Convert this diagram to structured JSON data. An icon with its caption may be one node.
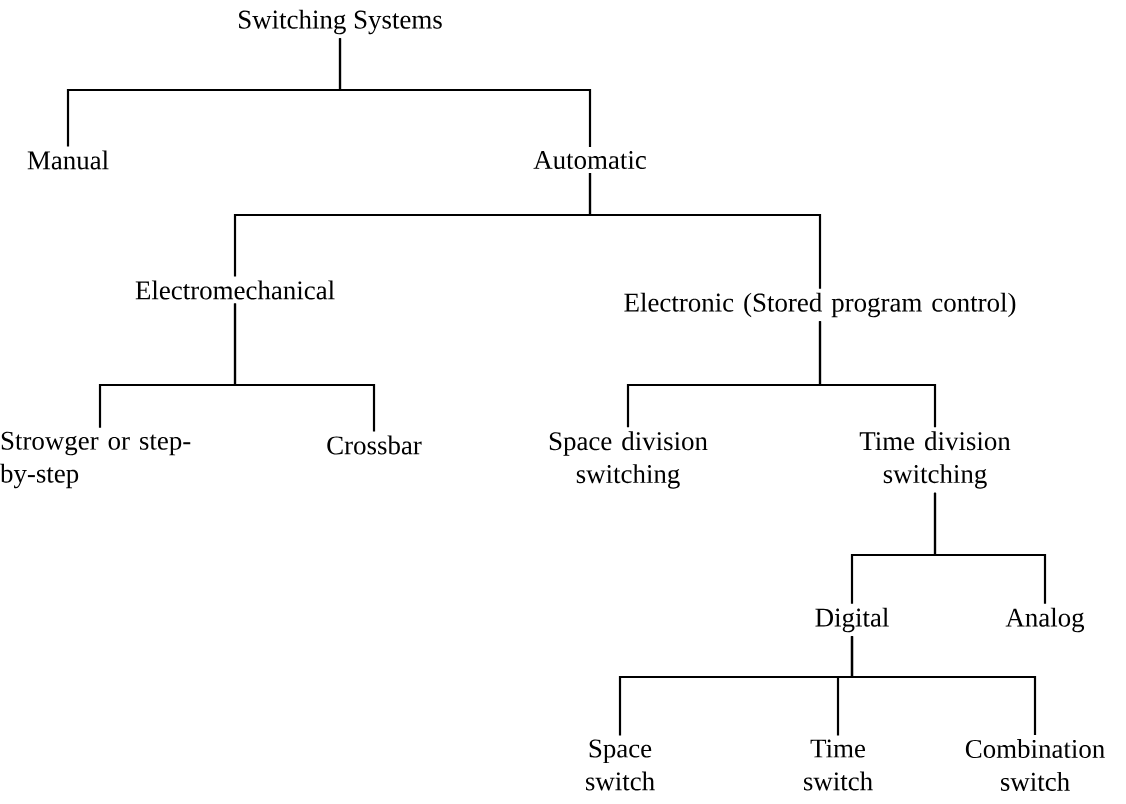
{
  "diagram": {
    "nodes": [
      {
        "text": [
          "Switching Systems"
        ]
      },
      {
        "text": [
          "Manual"
        ]
      },
      {
        "text": [
          "Automatic"
        ]
      },
      {
        "text": [
          "Electromechanical"
        ]
      },
      {
        "text": [
          "Electronic (Stored program control)"
        ]
      },
      {
        "text": [
          "Strowger or step-by-step"
        ]
      },
      {
        "text": [
          "Crossbar"
        ]
      },
      {
        "text": [
          "Space division switching"
        ]
      },
      {
        "text": [
          "Time division switching"
        ]
      },
      {
        "text": [
          "Digital"
        ]
      },
      {
        "text": [
          "Analog"
        ]
      },
      {
        "text": [
          "Space switch"
        ]
      },
      {
        "text": [
          "Time switch"
        ]
      },
      {
        "text": [
          "Combination switch"
        ]
      }
    ],
    "edges": [
      {
        "from": 0,
        "to": 1,
        "arrow": "none"
      },
      {
        "from": 0,
        "to": 2,
        "arrow": "none"
      },
      {
        "from": 2,
        "to": 3,
        "arrow": "none"
      },
      {
        "from": 2,
        "to": 4,
        "arrow": "none"
      },
      {
        "from": 3,
        "to": 5,
        "arrow": "none"
      },
      {
        "from": 3,
        "to": 6,
        "arrow": "none"
      },
      {
        "from": 4,
        "to": 7,
        "arrow": "none"
      },
      {
        "from": 4,
        "to": 8,
        "arrow": "none"
      },
      {
        "from": 8,
        "to": 9,
        "arrow": "none"
      },
      {
        "from": 8,
        "to": 10,
        "arrow": "none"
      },
      {
        "from": 9,
        "to": 11,
        "arrow": "none"
      },
      {
        "from": 9,
        "to": 12,
        "arrow": "none"
      },
      {
        "from": 9,
        "to": 13,
        "arrow": "none"
      }
    ]
  }
}
